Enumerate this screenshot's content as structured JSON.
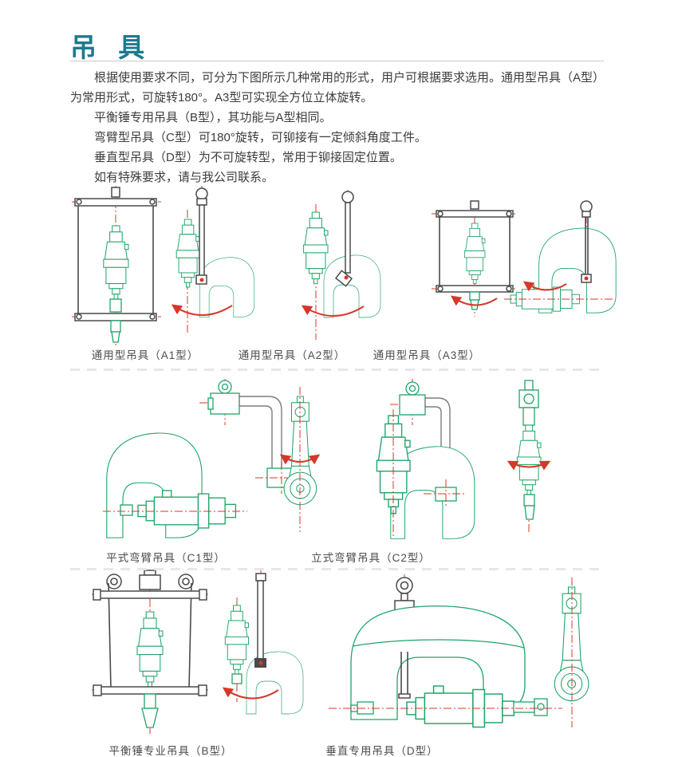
{
  "page": {
    "title": "吊 具",
    "intro_paragraphs": [
      "根据使用要求不同，可分为下图所示几种常用的形式，用户可根据要求选用。通用型吊具（A型）",
      "为常用形式，可旋转180°。A3型可实现全方位立体旋转。",
      "平衡锤专用吊具（B型），其功能与A型相同。",
      "弯臂型吊具（C型）可180°旋转，可铆接有一定倾斜角度工件。",
      "垂直型吊具（D型）为不可旋转型，常用于铆接固定位置。",
      "如有特殊要求，请与我公司联系。"
    ],
    "figures": [
      {
        "id": "A1",
        "caption": "通用型吊具（A1型）"
      },
      {
        "id": "A2",
        "caption": "通用型吊具（A2型）"
      },
      {
        "id": "A3",
        "caption": "通用型吊具（A3型）"
      },
      {
        "id": "C1",
        "caption": "平式弯臂吊具（C1型）"
      },
      {
        "id": "C2",
        "caption": "立式弯臂吊具（C2型）"
      },
      {
        "id": "B",
        "caption": "平衡锤专业吊具（B型）"
      },
      {
        "id": "D",
        "caption": "垂直专用吊具（D型）"
      }
    ],
    "colors": {
      "title_teal": "#1a7b8e",
      "drawing_green": "#1ea467",
      "centerline_red": "#d6372b",
      "frame_gray": "#4a4a4a",
      "body_text": "#3d3d3d"
    }
  }
}
